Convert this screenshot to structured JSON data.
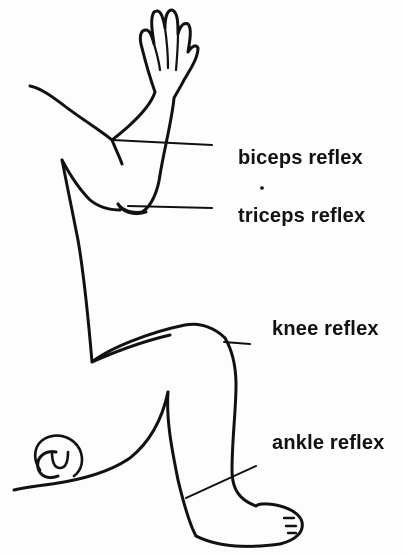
{
  "labels": {
    "biceps": "biceps reflex",
    "triceps": "triceps reflex",
    "knee": "knee reflex",
    "ankle": "ankle reflex"
  },
  "colors": {
    "ink": "#111111",
    "paper": "#fdfdfd"
  }
}
